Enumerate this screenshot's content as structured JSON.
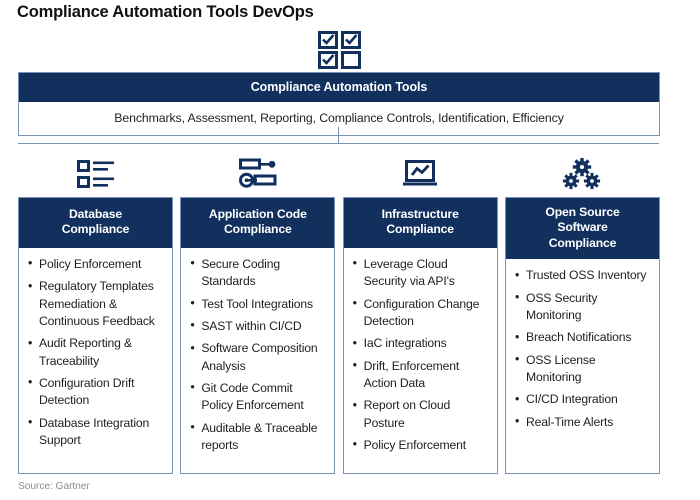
{
  "title": "Compliance Automation Tools DevOps",
  "colors": {
    "header_navy": "#12305e",
    "border_blue": "#7d93b5",
    "text_dark": "#1f1f1f",
    "source_gray": "#8a8f96"
  },
  "top_icon": {
    "name": "checklist-checkboxes-icon",
    "checked": [
      true,
      true,
      true,
      false
    ]
  },
  "master": {
    "header": "Compliance Automation Tools",
    "subtitle": "Benchmarks, Assessment, Reporting, Compliance Controls, Identification, Efficiency"
  },
  "columns": [
    {
      "icon": "list-icon",
      "header": "Database\nCompliance",
      "header_line1": "Database",
      "header_line2": "Compliance",
      "header_line3": "",
      "items": [
        "Policy Enforcement",
        "Regulatory Templates Remediation & Continuous Feedback",
        "Audit Reporting & Traceability",
        "Configuration Drift Detection",
        "Database Integration Support"
      ]
    },
    {
      "icon": "settings-sliders-icon",
      "header": "Application Code\nCompliance",
      "header_line1": "Application Code",
      "header_line2": "Compliance",
      "header_line3": "",
      "items": [
        "Secure Coding Standards",
        "Test Tool Integrations",
        "SAST within CI/CD",
        "Software Composition Analysis",
        "Git Code Commit Policy Enforcement",
        "Auditable & Traceable reports"
      ]
    },
    {
      "icon": "monitor-chart-icon",
      "header": "Infrastructure\nCompliance",
      "header_line1": "Infrastructure",
      "header_line2": "Compliance",
      "header_line3": "",
      "items": [
        "Leverage Cloud Security via API's",
        "Configuration Change Detection",
        "IaC integrations",
        "Drift, Enforcement Action Data",
        "Report on Cloud Posture",
        "Policy Enforcement"
      ]
    },
    {
      "icon": "gears-icon",
      "header": "Open Source\nSoftware\nCompliance",
      "header_line1": "Open Source",
      "header_line2": "Software",
      "header_line3": "Compliance",
      "items": [
        "Trusted OSS Inventory",
        "OSS Security Monitoring",
        "Breach Notifications",
        "OSS License Monitoring",
        "CI/CD Integration",
        "Real-Time Alerts"
      ]
    }
  ],
  "source": "Source: Gartner"
}
